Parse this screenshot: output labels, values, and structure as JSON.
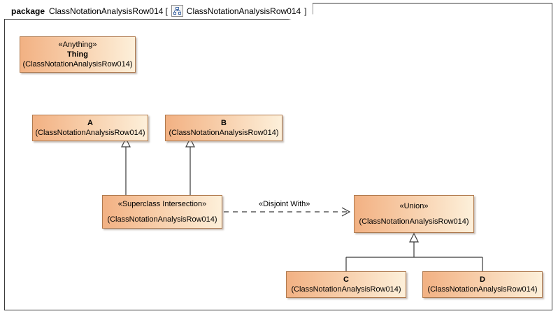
{
  "frame": {
    "keyword": "package",
    "package_name": "ClassNotationAnalysisRow014",
    "bracket_open": "[",
    "diagram_icon": "hierarchy-icon",
    "diagram_name": "ClassNotationAnalysisRow014",
    "bracket_close": "]",
    "border_color": "#3a3a3a",
    "background": "#ffffff"
  },
  "style": {
    "class_border": "#b07a4e",
    "class_fill_left": "#f2b183",
    "class_fill_right": "#fdf0da",
    "connector_color": "#3a3a3a"
  },
  "classes": [
    {
      "id": "thing",
      "stereotype": "«Anything»",
      "name": "Thing",
      "qualifier": "(ClassNotationAnalysisRow014)"
    },
    {
      "id": "a",
      "stereotype": "",
      "name": "A",
      "qualifier": "(ClassNotationAnalysisRow014)"
    },
    {
      "id": "b",
      "stereotype": "",
      "name": "B",
      "qualifier": "(ClassNotationAnalysisRow014)"
    },
    {
      "id": "superclass_intersection",
      "stereotype": "«Superclass Intersection»",
      "name": "",
      "qualifier": "(ClassNotationAnalysisRow014)"
    },
    {
      "id": "union",
      "stereotype": "«Union»",
      "name": "",
      "qualifier": "(ClassNotationAnalysisRow014)"
    },
    {
      "id": "c",
      "stereotype": "",
      "name": "C",
      "qualifier": "(ClassNotationAnalysisRow014)"
    },
    {
      "id": "d",
      "stereotype": "",
      "name": "D",
      "qualifier": "(ClassNotationAnalysisRow014)"
    }
  ],
  "connectors": [
    {
      "id": "si-to-a",
      "type": "generalization",
      "from": "superclass_intersection",
      "to": "a",
      "label": ""
    },
    {
      "id": "si-to-b",
      "type": "generalization",
      "from": "superclass_intersection",
      "to": "b",
      "label": ""
    },
    {
      "id": "si-to-union",
      "type": "dependency",
      "from": "superclass_intersection",
      "to": "union",
      "label": "«Disjoint With»"
    },
    {
      "id": "c-to-union",
      "type": "generalization",
      "from": "c",
      "to": "union",
      "label": ""
    },
    {
      "id": "d-to-union",
      "type": "generalization",
      "from": "d",
      "to": "union",
      "label": ""
    }
  ]
}
